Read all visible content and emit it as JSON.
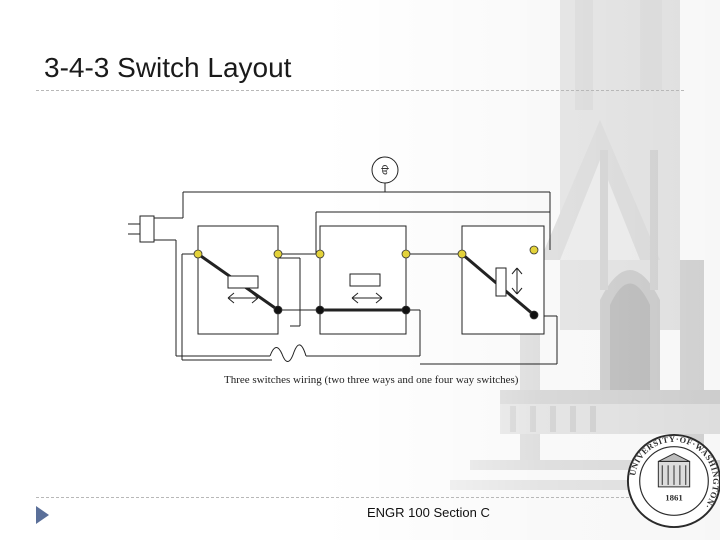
{
  "slide": {
    "title": "3-4-3 Switch Layout",
    "footer": "ENGR 100 Section C"
  },
  "diagram": {
    "caption": "Three switches wiring  (two three ways and one four way switches)",
    "lamp_label": "ੳ",
    "switches": [
      {
        "type": "three-way"
      },
      {
        "type": "four-way"
      },
      {
        "type": "three-way"
      }
    ]
  },
  "seal": {
    "ring_text": "UNIVERSITY OF WASHINGTON",
    "year": "1861"
  },
  "colors": {
    "terminal_brass": "#e3d23a",
    "terminal_black": "#111111",
    "accent_arrow": "#5a6f99",
    "seal_ink": "#2b2b2b"
  }
}
